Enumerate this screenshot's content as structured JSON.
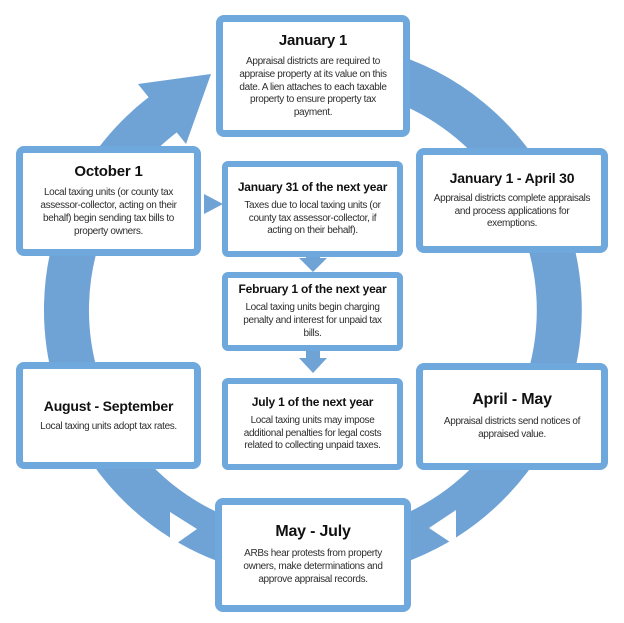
{
  "diagram": {
    "type": "cycle",
    "subject": "property-tax-calendar"
  },
  "colors": {
    "ring": "#6fa3d6",
    "box_border": "#6fa8dc",
    "title_text": "#111111",
    "body_text": "#2e2e2e"
  },
  "boxes": {
    "jan1": {
      "title": "January 1",
      "body": "Appraisal districts are required to appraise property at its value on this date. A lien attaches to each taxable property to ensure property tax payment."
    },
    "jan_apr": {
      "title": "January 1 - April 30",
      "body": "Appraisal districts complete appraisals and process applications for exemptions."
    },
    "apr_may": {
      "title": "April - May",
      "body": "Appraisal districts send notices of appraised value."
    },
    "may_jul": {
      "title": "May - July",
      "body": "ARBs hear protests from property owners, make determinations and approve appraisal records."
    },
    "aug_sep": {
      "title": "August - September",
      "body": "Local taxing units adopt tax rates."
    },
    "oct1": {
      "title": "October 1",
      "body": "Local taxing units (or county tax assessor-collector, acting on their behalf) begin sending tax bills to property owners."
    },
    "jan31": {
      "title": "January 31 of the next year",
      "body": "Taxes due to local taxing units (or county tax assessor-collector, if acting on their behalf)."
    },
    "feb1": {
      "title": "February 1 of the next year",
      "body": "Local taxing units begin charging penalty and interest for unpaid tax bills."
    },
    "jul1": {
      "title": "July 1 of the next year",
      "body": "Local taxing units may impose additional penalties for legal costs related to collecting unpaid taxes."
    }
  }
}
